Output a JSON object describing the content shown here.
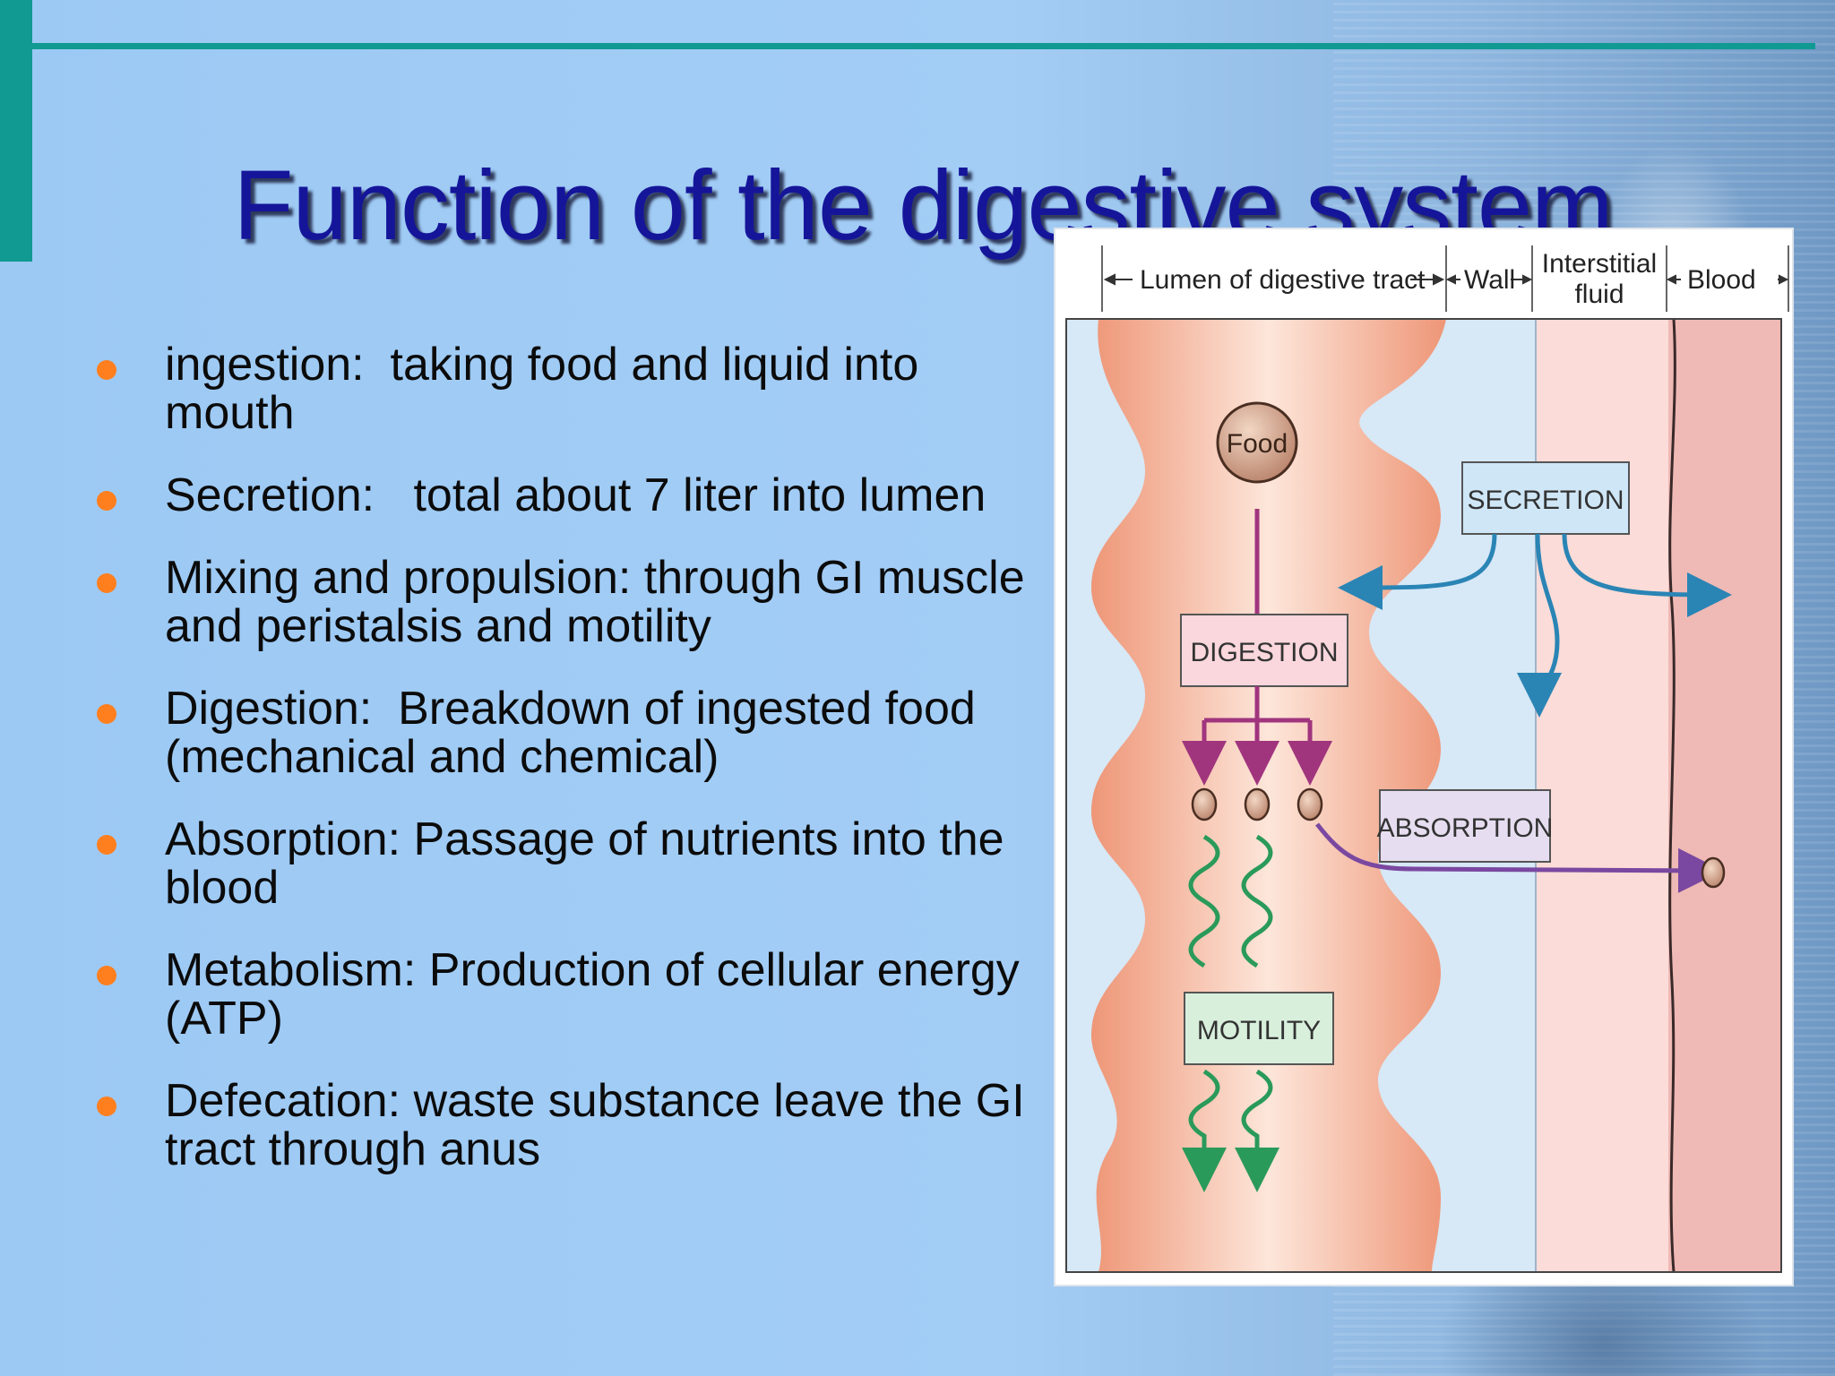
{
  "slide": {
    "title": "Function of the digestive system",
    "bullets": [
      {
        "text": "ingestion:  taking food and liquid into mouth"
      },
      {
        "text": "Secretion:   total about 7 liter into lumen"
      },
      {
        "text": "Mixing and propulsion: through GI muscle and peristalsis and motility"
      },
      {
        "text": "Digestion:  Breakdown of ingested food (mechanical and chemical)"
      },
      {
        "text": "Absorption: Passage of nutrients into the blood"
      },
      {
        "text": "Metabolism: Production of cellular energy (ATP)"
      },
      {
        "text": "Defecation: waste substance leave the GI tract through anus"
      }
    ],
    "bullet_color": "#ff7f1f",
    "accent_color": "#119a92",
    "title_color": "#15159a"
  },
  "diagram": {
    "header": {
      "lumen": "Lumen of digestive tract",
      "wall": "Wall",
      "interstitial_line1": "Interstitial",
      "interstitial_line2": "fluid",
      "blood": "Blood"
    },
    "labels": {
      "food": "Food",
      "digestion": "DIGESTION",
      "secretion": "SECRETION",
      "absorption": "ABSORPTION",
      "motility": "MOTILITY"
    },
    "colors": {
      "lumen_fill": "#f4a98a",
      "wall_fill": "#d7e8f6",
      "interstitial_fill": "#fbdcd8",
      "blood_fill": "#efb9b5",
      "digestion_arrow": "#a0357e",
      "secretion_arrow": "#2a85b5",
      "absorption_arrow": "#7a48a0",
      "motility_arrow": "#2a9a5a"
    }
  }
}
